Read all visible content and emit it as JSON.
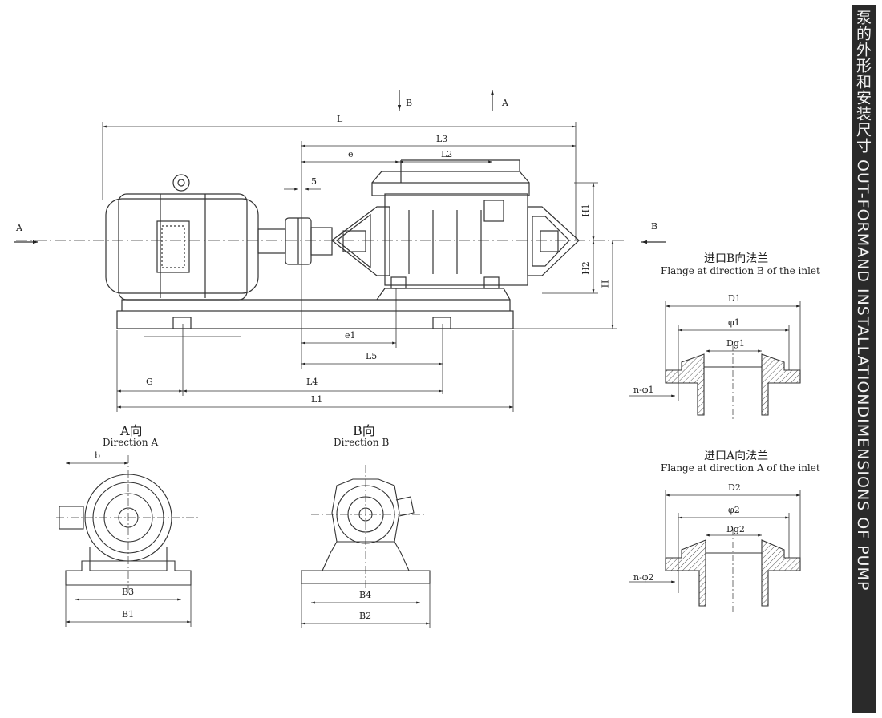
{
  "sidebar": {
    "title": "泵的外形和安装尺寸  OUT-FORMAND  INSTALLATIONDIMENSIONS  OF  PUMP"
  },
  "view_markers": {
    "a": "A",
    "b": "B"
  },
  "main_dims": {
    "L": "L",
    "L3": "L3",
    "e": "e",
    "L2": "L2",
    "five": "5",
    "H1": "H1",
    "H2": "H2",
    "H": "H",
    "e1": "e1",
    "L5": "L5",
    "G": "G",
    "L4": "L4",
    "L1": "L1"
  },
  "direction_a": {
    "title_cn": "A向",
    "title_en": "Direction A",
    "b": "b",
    "B3": "B3",
    "B1": "B1"
  },
  "direction_b": {
    "title_cn": "B向",
    "title_en": "Direction B",
    "B4": "B4",
    "B2": "B2"
  },
  "flange_b": {
    "title_cn": "进口B向法兰",
    "title_en": "Flange at direction B of the inlet",
    "D": "D1",
    "phi": "φ1",
    "Dg": "Dg1",
    "n_phi": "n-φ1"
  },
  "flange_a": {
    "title_cn": "进口A向法兰",
    "title_en": "Flange at direction A of the inlet",
    "D": "D2",
    "phi": "φ2",
    "Dg": "Dg2",
    "n_phi": "n-φ2"
  }
}
